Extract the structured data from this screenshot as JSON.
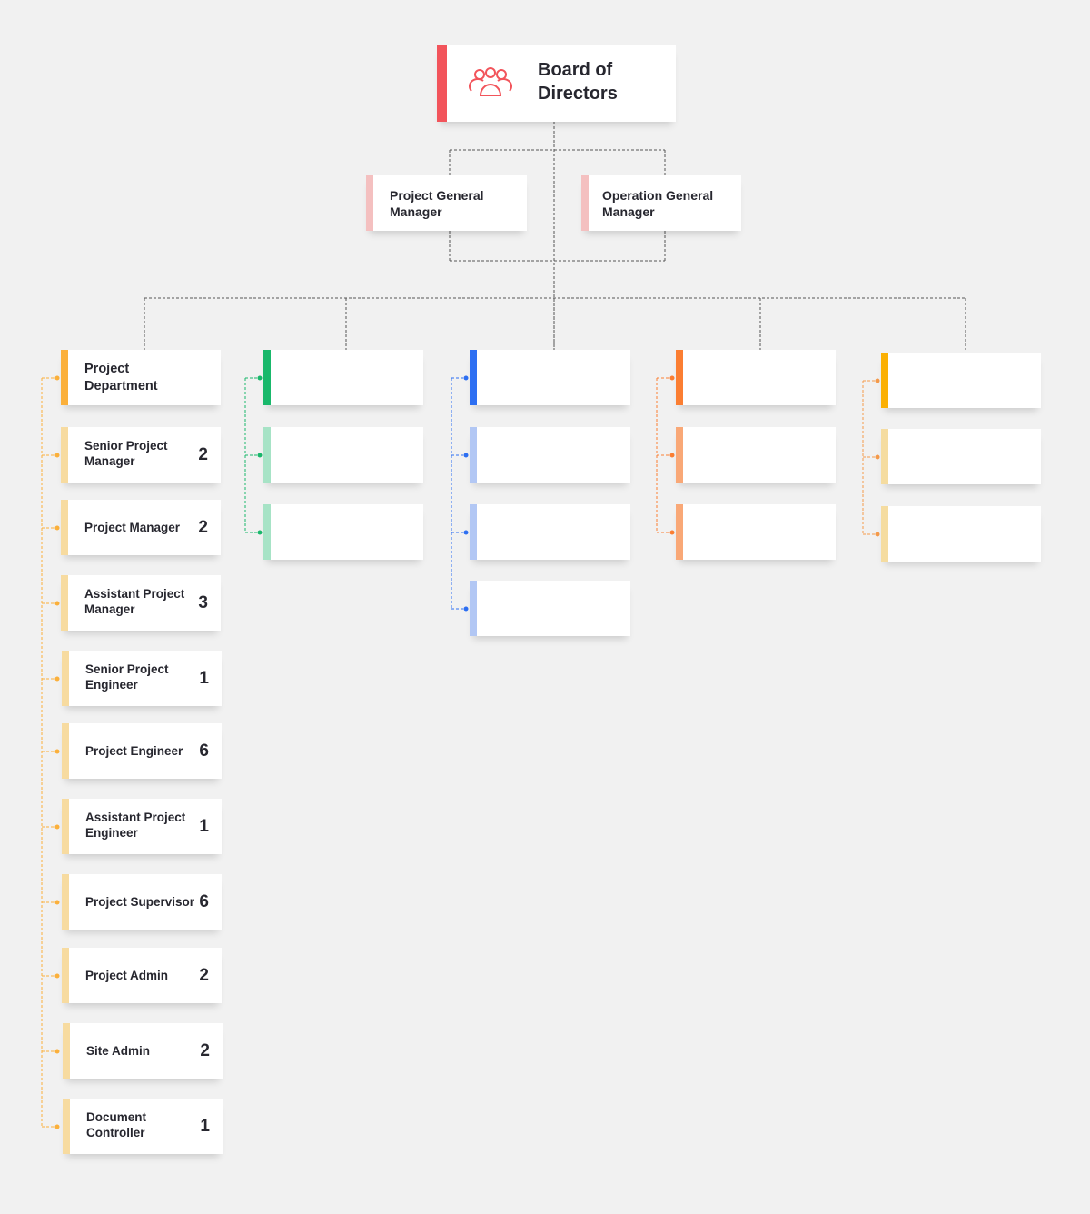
{
  "board": {
    "title": "Board of Directors",
    "accent": "#f2545b",
    "icon": "people-group-icon"
  },
  "managers": [
    {
      "title": "Project General Manager",
      "accent": "#f4c0c0"
    },
    {
      "title": "Operation General Manager",
      "accent": "#f4c0c0"
    }
  ],
  "departments": [
    {
      "title": "Project Department",
      "accent": "#fbb03b",
      "item_accent": "#f7dba0",
      "line_color": "#fbb03b",
      "roles": [
        {
          "title": "Senior Project Manager",
          "count": "2"
        },
        {
          "title": "Project Manager",
          "count": "2"
        },
        {
          "title": "Assistant Project Manager",
          "count": "3"
        },
        {
          "title": "Senior Project Engineer",
          "count": "1"
        },
        {
          "title": "Project Engineer",
          "count": "6"
        },
        {
          "title": "Assistant Project Engineer",
          "count": "1"
        },
        {
          "title": "Project Supervisor",
          "count": "6"
        },
        {
          "title": "Project Admin",
          "count": "2"
        },
        {
          "title": "Site Admin",
          "count": "2"
        },
        {
          "title": "Document Controller",
          "count": "1"
        }
      ]
    },
    {
      "title": "",
      "accent": "#19b86b",
      "item_accent": "#a7e3c6",
      "line_color": "#19b86b",
      "roles": [
        {
          "title": "",
          "count": ""
        },
        {
          "title": "",
          "count": ""
        }
      ]
    },
    {
      "title": "",
      "accent": "#2d6ff2",
      "item_accent": "#b2c7f4",
      "line_color": "#2d6ff2",
      "roles": [
        {
          "title": "",
          "count": ""
        },
        {
          "title": "",
          "count": ""
        },
        {
          "title": "",
          "count": ""
        }
      ]
    },
    {
      "title": "",
      "accent": "#fb7e32",
      "item_accent": "#f9a877",
      "line_color": "#fb7e32",
      "roles": [
        {
          "title": "",
          "count": ""
        },
        {
          "title": "",
          "count": ""
        }
      ]
    },
    {
      "title": "",
      "accent": "#fbb003",
      "item_accent": "#f5dca0",
      "line_color": "#f59a4a",
      "roles": [
        {
          "title": "",
          "count": ""
        },
        {
          "title": "",
          "count": ""
        }
      ]
    }
  ]
}
